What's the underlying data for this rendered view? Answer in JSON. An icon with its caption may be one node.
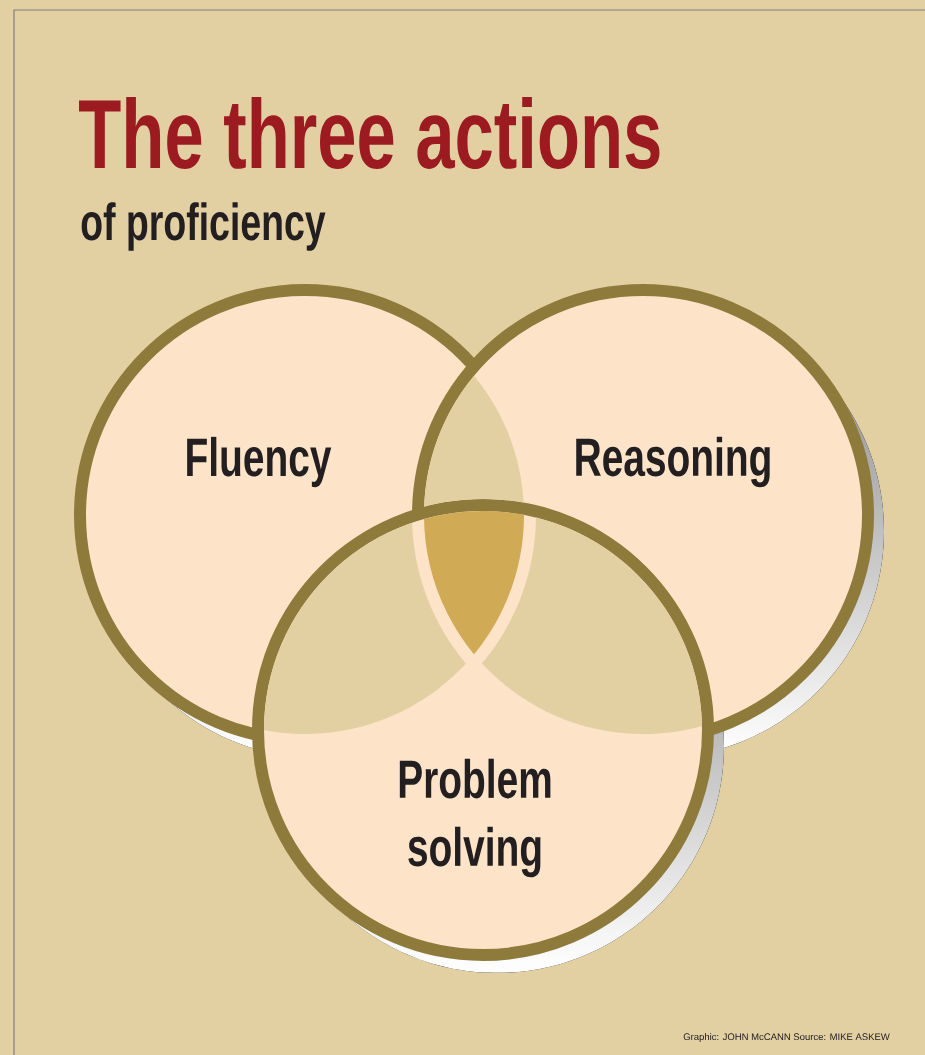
{
  "diagram": {
    "title": "The three actions",
    "nodes": [
      {
        "text": [
          "Fluency"
        ]
      },
      {
        "text": [
          "Reasoning"
        ]
      },
      {
        "text": [
          "Problem solving"
        ]
      }
    ],
    "labels": [
      "of proficiency",
      "Graphic: JOHN McCANN  Source: MIKE ASKEW"
    ]
  }
}
